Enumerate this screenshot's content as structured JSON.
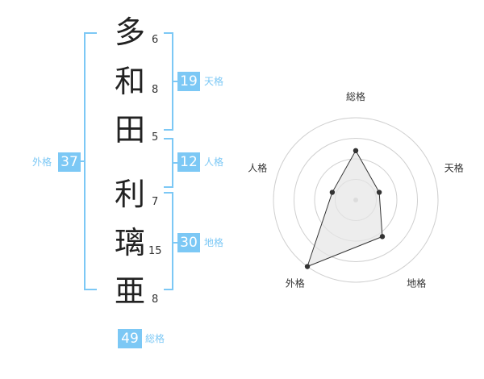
{
  "name": {
    "chars": [
      "多",
      "和",
      "田",
      "利",
      "璃",
      "亜"
    ],
    "strokes": [
      "6",
      "8",
      "5",
      "7",
      "15",
      "8"
    ]
  },
  "scores": {
    "tenkaku": {
      "value": "19",
      "label": "天格"
    },
    "jinkaku": {
      "value": "12",
      "label": "人格"
    },
    "chikaku": {
      "value": "30",
      "label": "地格"
    },
    "gaikaku": {
      "value": "37",
      "label": "外格"
    },
    "soukaku": {
      "value": "49",
      "label": "総格"
    }
  },
  "colors": {
    "accent": "#7cc8f5",
    "radar_fill": "#e6e6e6",
    "radar_line": "#333333"
  },
  "chart_data": {
    "type": "radar",
    "axes": [
      "総格",
      "天格",
      "地格",
      "外格",
      "人格"
    ],
    "values": [
      0.6,
      0.3,
      0.55,
      1.0,
      0.3
    ],
    "max": 1.0,
    "rings": 4
  }
}
